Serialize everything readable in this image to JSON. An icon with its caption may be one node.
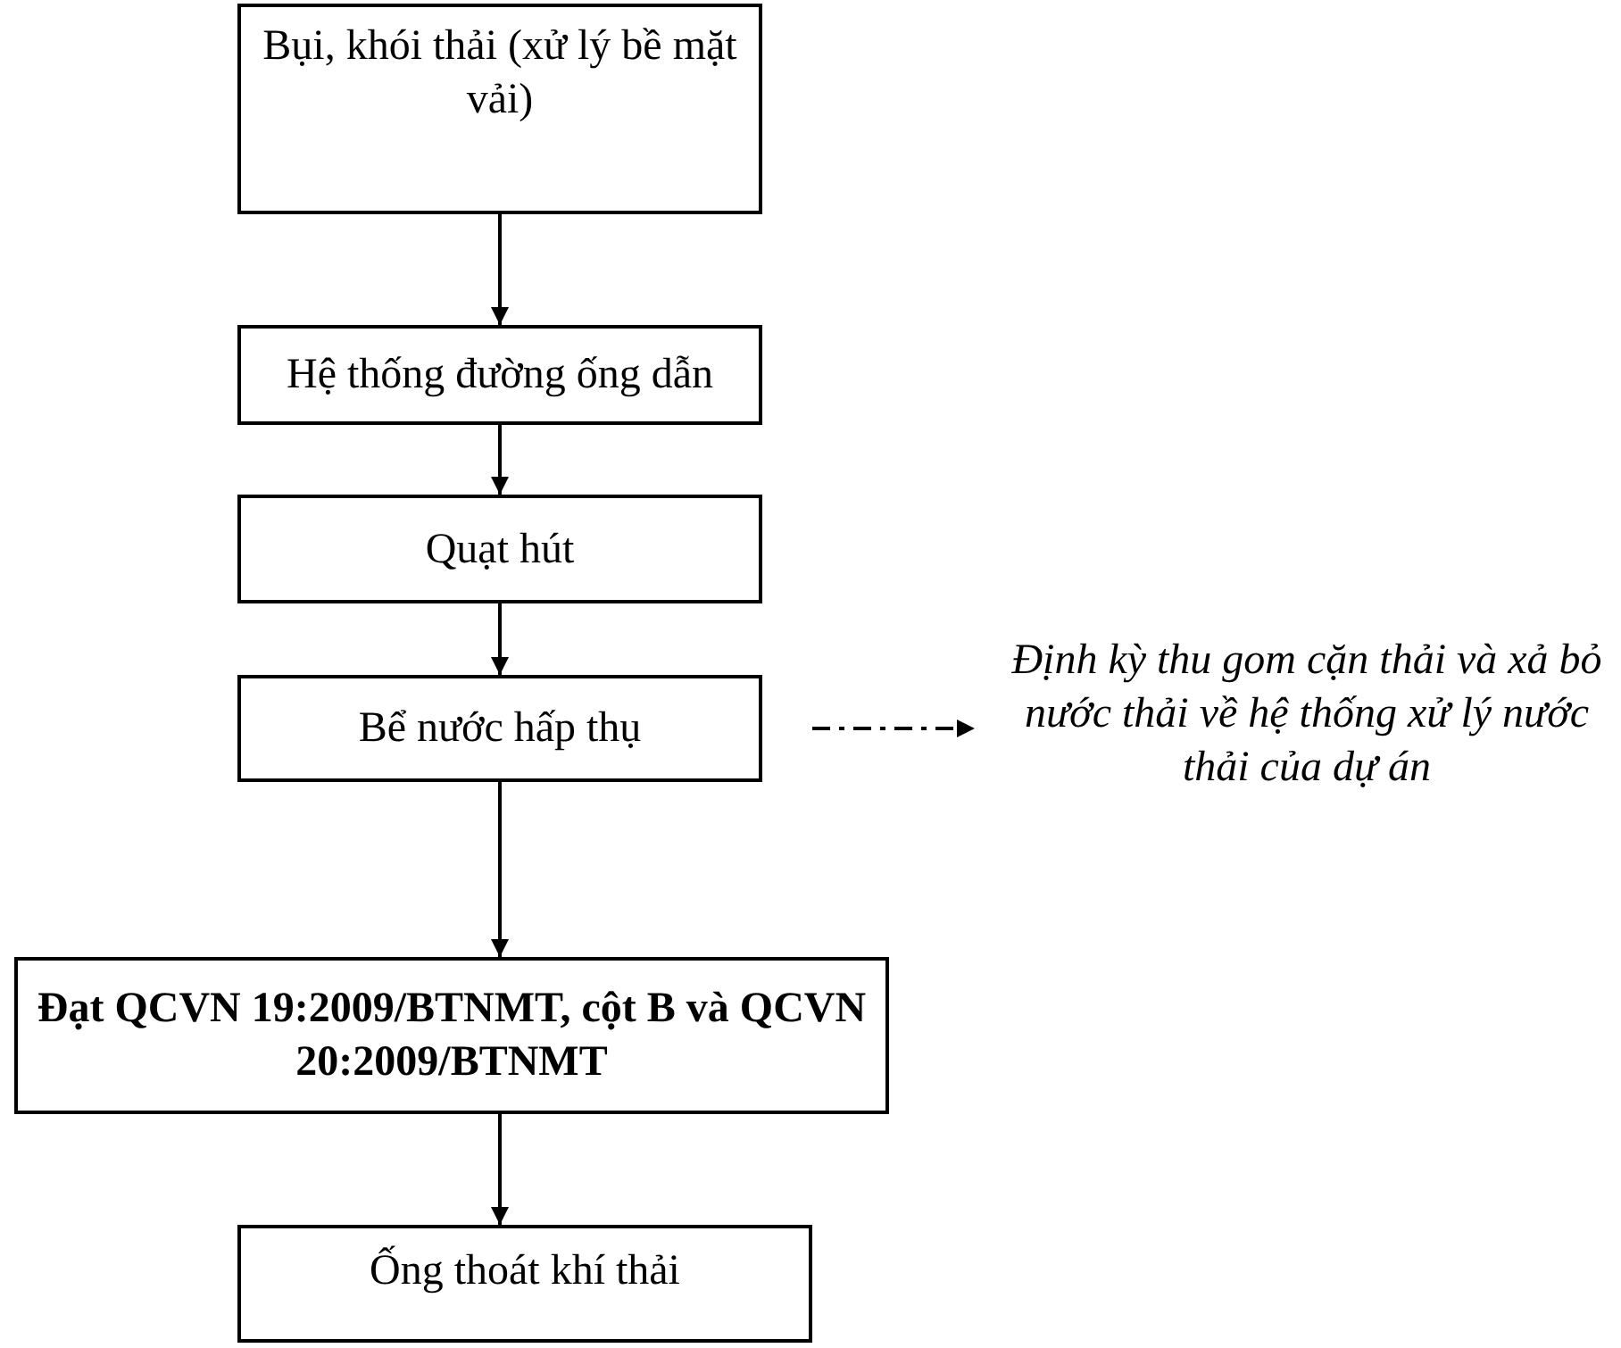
{
  "diagram": {
    "nodes": [
      {
        "text": [
          "Bụi, khói thải (xử lý bề mặt vải)"
        ]
      },
      {
        "text": [
          "Hệ thống đường ống dẫn"
        ]
      },
      {
        "text": [
          "Quạt hút"
        ]
      },
      {
        "text": [
          "Bể nước hấp thụ"
        ]
      },
      {
        "text": [
          "Đạt QCVN 19:2009/BTNMT, cột B và QCVN 20:2009/BTNMT"
        ]
      },
      {
        "text": [
          "Ống thoát khí thải"
        ]
      },
      {
        "text": [
          "Định kỳ thu gom cặn thải và xả bỏ nước thải về hệ thống xử lý nước thải của dự án"
        ]
      }
    ],
    "edges": [
      {
        "from": 0,
        "to": 1,
        "arrow": "to"
      },
      {
        "from": 1,
        "to": 2,
        "arrow": "to"
      },
      {
        "from": 2,
        "to": 3,
        "arrow": "to"
      },
      {
        "from": 3,
        "to": 4,
        "arrow": "to"
      },
      {
        "from": 4,
        "to": 5,
        "arrow": "to"
      },
      {
        "from": 3,
        "to": 6,
        "arrow": "to",
        "style": "dashed"
      }
    ]
  }
}
